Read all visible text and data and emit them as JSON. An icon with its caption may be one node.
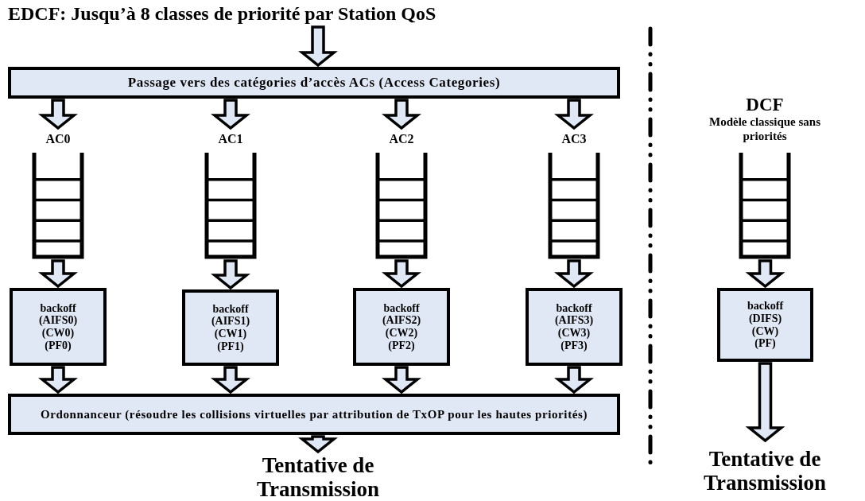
{
  "diagram": {
    "nodes": [
      {
        "text": [
          "EDCF: Jusqu’à 8 classes de priorité par Station QoS"
        ]
      },
      {
        "text": [
          "Passage vers des catégories d’accès ACs (Access Categories)"
        ]
      },
      {
        "text": [
          "AC0"
        ]
      },
      {
        "text": [
          "AC1"
        ]
      },
      {
        "text": [
          "AC2"
        ]
      },
      {
        "text": [
          "AC3"
        ]
      },
      {
        "text": [
          "backoff (AIFS0) (CW0) (PF0)"
        ]
      },
      {
        "text": [
          "backoff (AIFS1) (CW1) (PF1)"
        ]
      },
      {
        "text": [
          "backoff (AIFS2) (CW2) (PF2)"
        ]
      },
      {
        "text": [
          "backoff (AIFS3) (CW3) (PF3)"
        ]
      },
      {
        "text": [
          "Ordonnanceur (résoudre les collisions virtuelles par attribution de TxOP pour les hautes priorités)"
        ]
      },
      {
        "text": [
          "Tentative de Transmission"
        ]
      },
      {
        "text": [
          "DCF",
          "Modèle classique sans priorités"
        ]
      },
      {
        "text": [
          "backoff (DIFS) (CW) (PF)"
        ]
      },
      {
        "text": [
          "Tentative de Transmission"
        ]
      }
    ],
    "edges": [
      {
        "from": 0,
        "to": 1,
        "arrow": "to"
      },
      {
        "from": 1,
        "to": 2,
        "arrow": "to"
      },
      {
        "from": 1,
        "to": 3,
        "arrow": "to"
      },
      {
        "from": 1,
        "to": 4,
        "arrow": "to"
      },
      {
        "from": 1,
        "to": 5,
        "arrow": "to"
      },
      {
        "from": 2,
        "to": 6,
        "arrow": "to"
      },
      {
        "from": 3,
        "to": 7,
        "arrow": "to"
      },
      {
        "from": 4,
        "to": 8,
        "arrow": "to"
      },
      {
        "from": 5,
        "to": 9,
        "arrow": "to"
      },
      {
        "from": 6,
        "to": 10,
        "arrow": "to"
      },
      {
        "from": 7,
        "to": 10,
        "arrow": "to"
      },
      {
        "from": 8,
        "to": 10,
        "arrow": "to"
      },
      {
        "from": 9,
        "to": 10,
        "arrow": "to"
      },
      {
        "from": 10,
        "to": 11,
        "arrow": "to"
      },
      {
        "from": 12,
        "to": 13,
        "arrow": "to"
      },
      {
        "from": 13,
        "to": 14,
        "arrow": "to"
      }
    ]
  }
}
